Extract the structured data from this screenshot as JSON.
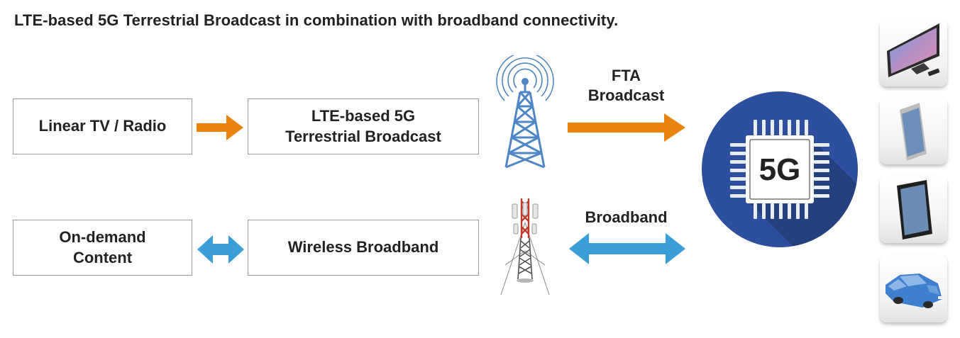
{
  "title": "LTE-based 5G Terrestrial Broadcast in combination with broadband connectivity.",
  "boxes": {
    "linear_tv": "Linear TV / Radio",
    "lte_broadcast_line1": "LTE-based 5G",
    "lte_broadcast_line2": "Terrestrial Broadcast",
    "on_demand_line1": "On-demand",
    "on_demand_line2": "Content",
    "wireless_broadband": "Wireless Broadband"
  },
  "links": {
    "fta_line1": "FTA",
    "fta_line2": "Broadcast",
    "broadband": "Broadband"
  },
  "chip": {
    "label": "5G"
  },
  "devices": [
    "tv-icon",
    "smartphone-icon",
    "tablet-icon",
    "car-icon"
  ],
  "colors": {
    "broadcast_arrow": "#e8830c",
    "broadband_arrow": "#3a9fd8",
    "circle": "#2c4f9e",
    "tower_blue": "#4f86c6",
    "tower_red": "#c0392b"
  }
}
